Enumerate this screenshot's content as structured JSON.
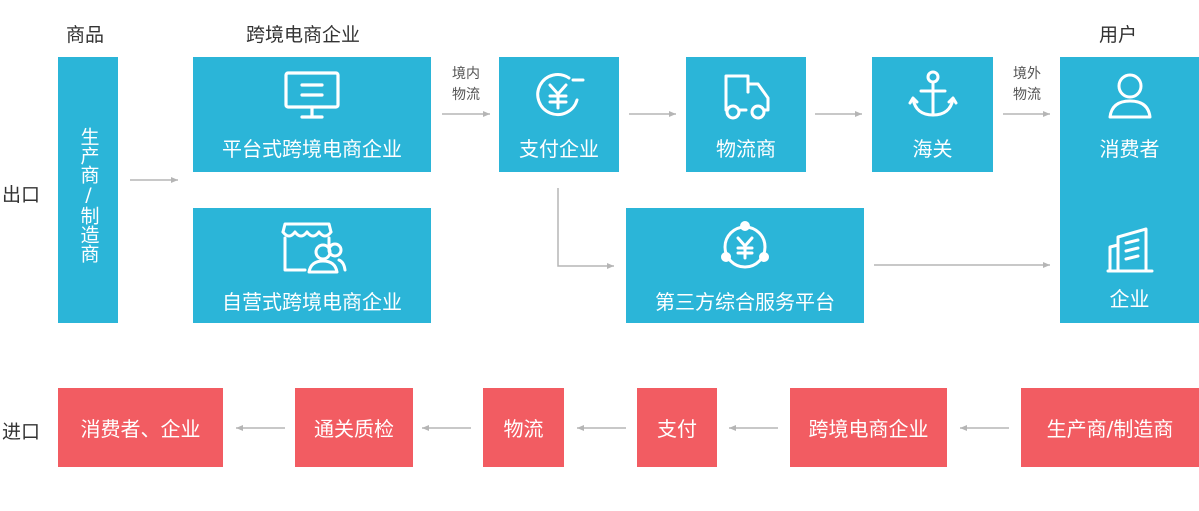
{
  "headers": {
    "goods": "商品",
    "ecommerce": "跨境电商企业",
    "user": "用户"
  },
  "export_label": "出口",
  "import_label": "进口",
  "export_flow": {
    "producer": "生产商/制造商",
    "platform": "平台式跨境电商企业",
    "self_operated": "自营式跨境电商企业",
    "payment": "支付企业",
    "logistics": "物流商",
    "customs": "海关",
    "consumer": "消费者",
    "enterprise": "企业",
    "third_party": "第三方综合服务平台",
    "domestic_logistics": "境内\n物流",
    "overseas_logistics": "境外\n物流"
  },
  "import_flow": [
    "消费者、企业",
    "通关质检",
    "物流",
    "支付",
    "跨境电商企业",
    "生产商/制造商"
  ],
  "colors": {
    "export_box": "#2bb5d8",
    "import_box": "#f25c62",
    "arrow": "#b5b5b5"
  },
  "icons": {
    "platform": "monitor-icon",
    "self_operated": "store-people-icon",
    "payment": "yuan-payment-icon",
    "logistics": "delivery-truck-icon",
    "customs": "anchor-icon",
    "consumer": "person-icon",
    "enterprise": "building-icon",
    "third_party": "yuan-network-icon"
  }
}
